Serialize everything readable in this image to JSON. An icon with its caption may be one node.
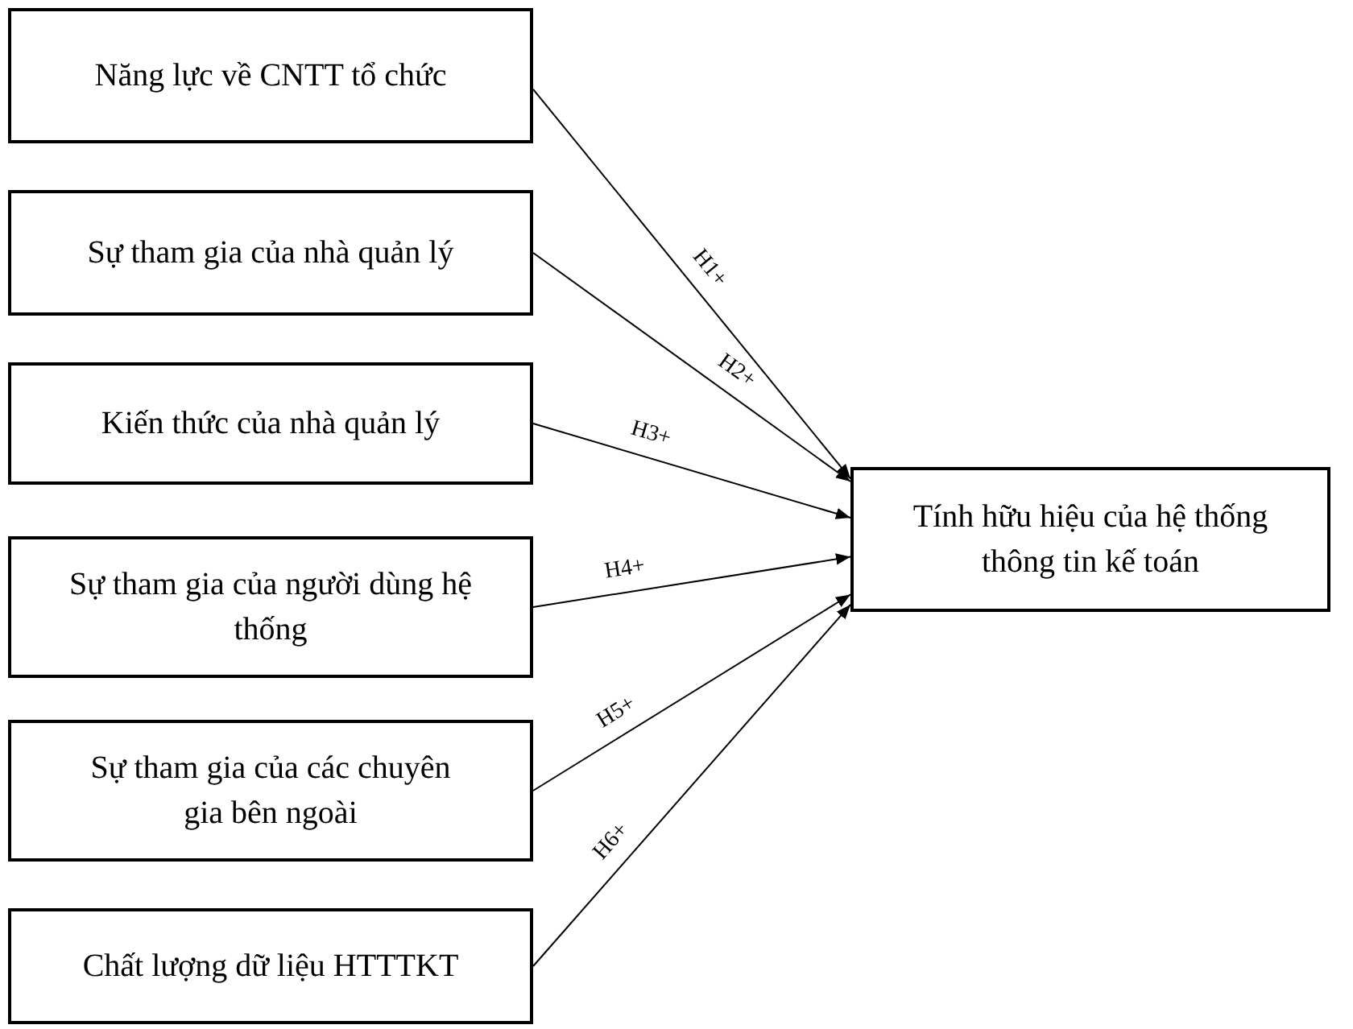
{
  "diagram": {
    "nodes": [
      {
        "text": [
          "Năng lực về CNTT tổ chức"
        ]
      },
      {
        "text": [
          "Sự tham gia của nhà quản lý"
        ]
      },
      {
        "text": [
          "Kiến thức của nhà quản lý"
        ]
      },
      {
        "text": [
          "Sự tham gia của người dùng hệ thống"
        ]
      },
      {
        "text": [
          "Sự tham gia của các chuyên gia bên ngoài"
        ]
      },
      {
        "text": [
          "Chất lượng dữ liệu HTTTKT"
        ]
      },
      {
        "text": [
          "Tính hữu hiệu của hệ thống thông tin kế toán"
        ]
      }
    ],
    "edges": [
      {
        "from": 0,
        "to": 6,
        "arrow": "to",
        "label": "H1+"
      },
      {
        "from": 1,
        "to": 6,
        "arrow": "to",
        "label": "H2+"
      },
      {
        "from": 2,
        "to": 6,
        "arrow": "to",
        "label": "H3+"
      },
      {
        "from": 3,
        "to": 6,
        "arrow": "to",
        "label": "H4+"
      },
      {
        "from": 4,
        "to": 6,
        "arrow": "to",
        "label": "H5+"
      },
      {
        "from": 5,
        "to": 6,
        "arrow": "to",
        "label": "H6+"
      }
    ]
  }
}
